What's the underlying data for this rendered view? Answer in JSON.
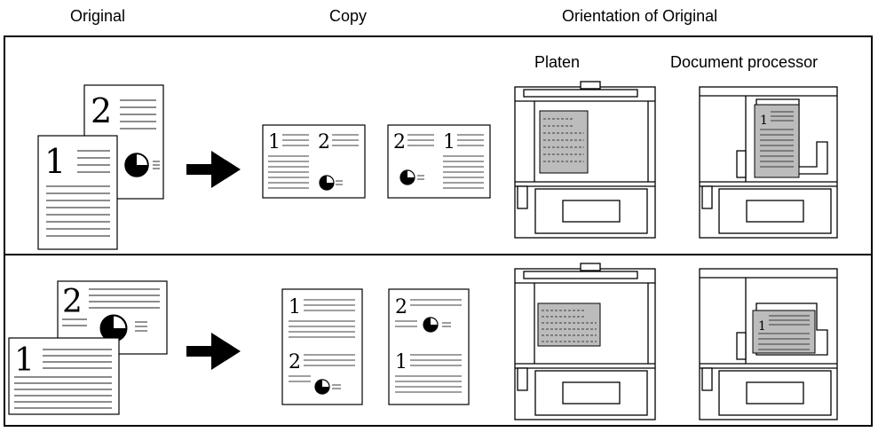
{
  "headers": {
    "original": "Original",
    "copy": "Copy",
    "orientation": "Orientation of Original",
    "platen": "Platen",
    "document_processor": "Document processor"
  },
  "page_numbers": {
    "one": "1",
    "two": "2"
  },
  "colors": {
    "line": "#000000",
    "gray_fill": "#bcbcbc",
    "text_line": "#666666"
  },
  "icons": [
    "arrow-right-icon",
    "pie-chart-icon",
    "copier-icon"
  ]
}
